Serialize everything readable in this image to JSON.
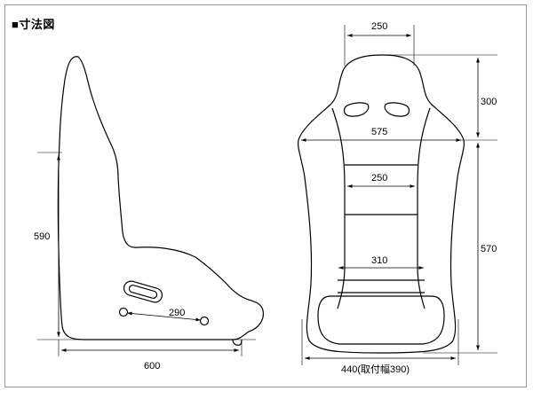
{
  "title": "■寸法図",
  "dimensions": {
    "side_height": "590",
    "side_depth": "600",
    "side_mount_spacing": "290",
    "front_headrest_width": "250",
    "front_shoulder_width": "575",
    "front_waist_width": "250",
    "front_hip_width": "310",
    "front_bottom_width": "440(取付幅390)",
    "front_upper_height": "300",
    "front_lower_height": "570"
  },
  "colors": {
    "line": "#000000",
    "frame": "#9a9a9a"
  }
}
